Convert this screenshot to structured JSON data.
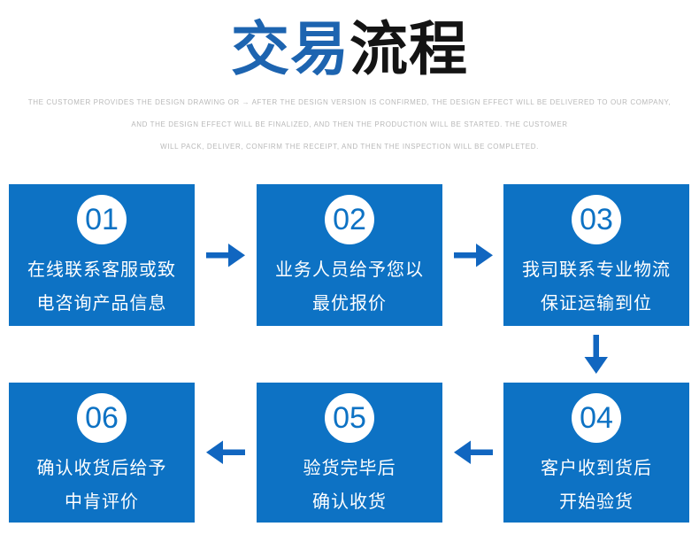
{
  "title": {
    "blue": "交易",
    "black": "流程"
  },
  "subtitle": {
    "line1": "THE CUSTOMER PROVIDES THE DESIGN DRAWING OR → AFTER THE DESIGN VERSION IS CONFIRMED, THE DESIGN EFFECT WILL BE DELIVERED TO OUR COMPANY,",
    "line2": "AND THE DESIGN EFFECT WILL BE FINALIZED, AND THEN THE PRODUCTION WILL BE STARTED. THE CUSTOMER",
    "line3": "WILL PACK, DELIVER, CONFIRM THE RECEIPT, AND THEN THE INSPECTION WILL BE COMPLETED."
  },
  "steps": [
    {
      "number": "01",
      "line1": "在线联系客服或致",
      "line2": "电咨询产品信息"
    },
    {
      "number": "02",
      "line1": "业务人员给予您以",
      "line2": "最优报价"
    },
    {
      "number": "03",
      "line1": "我司联系专业物流",
      "line2": "保证运输到位"
    },
    {
      "number": "04",
      "line1": "客户收到货后",
      "line2": "开始验货"
    },
    {
      "number": "05",
      "line1": "验货完毕后",
      "line2": "确认收货"
    },
    {
      "number": "06",
      "line1": "确认收货后给予",
      "line2": "中肯评价"
    }
  ],
  "colors": {
    "title_blue": "#1d64b0",
    "title_black": "#141414",
    "subtitle_gray": "#b9b9b9",
    "box_blue": "#0d72c4",
    "arrow_blue": "#1166c0",
    "number_blue": "#0d72c4"
  }
}
